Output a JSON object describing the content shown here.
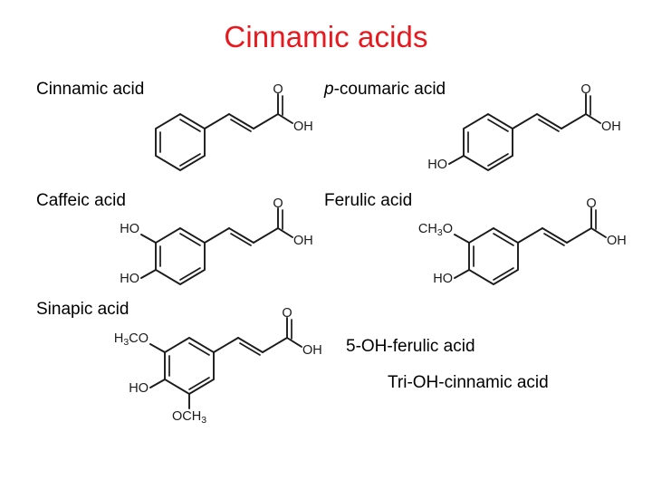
{
  "slide": {
    "title": "Cinnamic acids",
    "title_color": "#e8191e",
    "background_color": "#ffffff",
    "text_color": "#000000"
  },
  "compounds": [
    {
      "id": "cinnamic-acid",
      "label": "Cinnamic acid",
      "label_prefix_italic": "",
      "substituents": [],
      "carboxyl": {
        "carbonyl": "O",
        "hydroxyl": "OH"
      }
    },
    {
      "id": "p-coumaric-acid",
      "label": "-coumaric acid",
      "label_prefix_italic": "p",
      "substituents": [
        {
          "text": "HO",
          "position": "para"
        }
      ],
      "carboxyl": {
        "carbonyl": "O",
        "hydroxyl": "OH"
      }
    },
    {
      "id": "caffeic-acid",
      "label": "Caffeic acid",
      "label_prefix_italic": "",
      "substituents": [
        {
          "text": "HO",
          "position": "meta"
        },
        {
          "text": "HO",
          "position": "para"
        }
      ],
      "carboxyl": {
        "carbonyl": "O",
        "hydroxyl": "OH"
      }
    },
    {
      "id": "ferulic-acid",
      "label": "Ferulic acid",
      "label_prefix_italic": "",
      "substituents": [
        {
          "text": "CH3O",
          "base": "CH",
          "sub": "3",
          "tail": "O",
          "position": "meta"
        },
        {
          "text": "HO",
          "position": "para"
        }
      ],
      "carboxyl": {
        "carbonyl": "O",
        "hydroxyl": "OH"
      }
    },
    {
      "id": "sinapic-acid",
      "label": "Sinapic acid",
      "label_prefix_italic": "",
      "substituents": [
        {
          "text": "H3CO",
          "base": "H",
          "sub": "3",
          "tail": "CO",
          "position": "meta-top"
        },
        {
          "text": "HO",
          "position": "para"
        },
        {
          "text": "OCH3",
          "base": "OCH",
          "sub": "3",
          "tail": "",
          "position": "meta-bottom"
        }
      ],
      "carboxyl": {
        "carbonyl": "O",
        "hydroxyl": "OH"
      }
    }
  ],
  "notes": [
    {
      "id": "note-5-oh-ferulic",
      "text": "5-OH-ferulic acid"
    },
    {
      "id": "note-tri-oh-cinnamic",
      "text": "Tri-OH-cinnamic acid"
    }
  ],
  "atom_labels": {
    "carbonyl_o": "O",
    "hydroxyl_oh": "OH",
    "ho": "HO",
    "ch3_base": "CH",
    "ch3_sub": "3",
    "o": "O",
    "h_base": "H",
    "h_sub": "3",
    "co": "CO",
    "och_base": "OCH",
    "och_sub": "3"
  }
}
